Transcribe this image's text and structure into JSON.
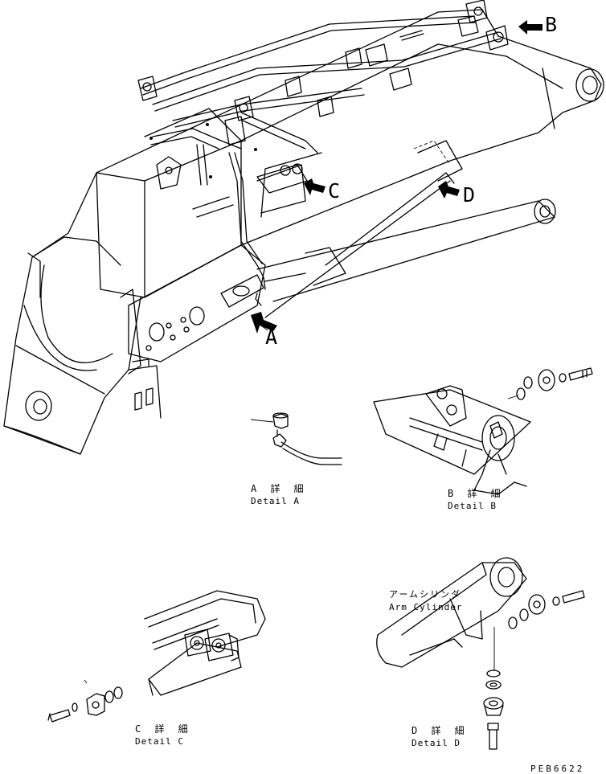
{
  "callouts": {
    "a": "A",
    "b": "B",
    "c": "C",
    "d": "D"
  },
  "details": {
    "a": {
      "jp": "A 詳 細",
      "en": "Detail A"
    },
    "b": {
      "jp": "B 詳 細",
      "en": "Detail B"
    },
    "c": {
      "jp": "C 詳 細",
      "en": "Detail C"
    },
    "d": {
      "jp": "D 詳 細",
      "en": "Detail D"
    }
  },
  "arm_cylinder": {
    "jp": "アームシリンダ",
    "en": "Arm Cylinder"
  },
  "drawing_code": "PEB6622"
}
